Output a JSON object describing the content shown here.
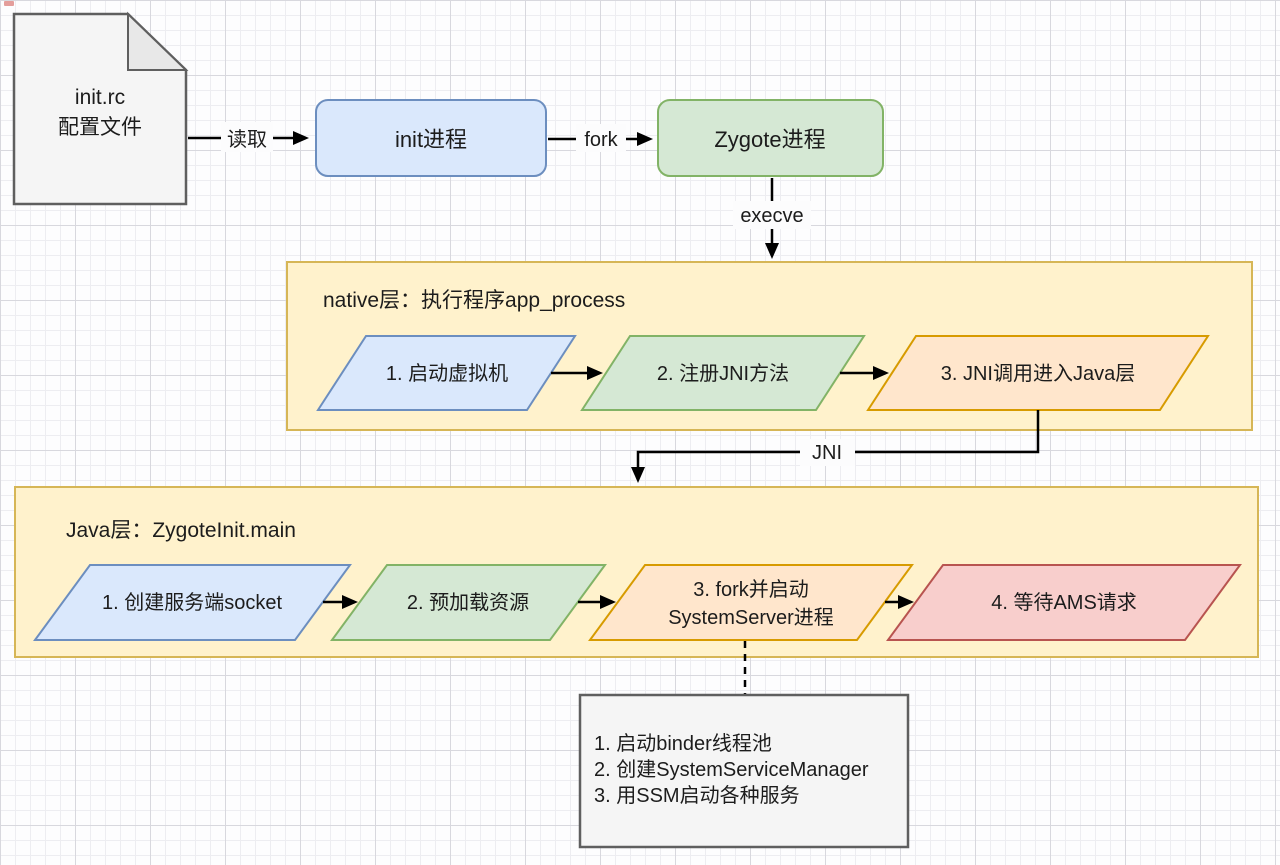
{
  "palette": {
    "node_blue_fill": "#dae8fc",
    "node_blue_stroke": "#6c8ebf",
    "node_green_fill": "#d5e8d4",
    "node_green_stroke": "#82b366",
    "node_orange_fill": "#ffe6cc",
    "node_orange_stroke": "#d79b00",
    "node_red_fill": "#f8cecc",
    "node_red_stroke": "#b85450",
    "container_yellow_fill": "#fff2cc",
    "container_yellow_stroke": "#d6b656",
    "shape_gray_fill": "#f5f5f5",
    "shape_gray_fold": "#e8e8e8",
    "shape_gray_stroke": "#5f5f5f",
    "connector_color": "#000000"
  },
  "nodes": {
    "document": {
      "line1": "init.rc",
      "line2": "配置文件"
    },
    "init_process": {
      "label": "init进程"
    },
    "zygote_process": {
      "label": "Zygote进程"
    },
    "native_layer": {
      "title": "native层：执行程序app_process",
      "step1": "1. 启动虚拟机",
      "step2": "2. 注册JNI方法",
      "step3": "3. JNI调用进入Java层"
    },
    "java_layer": {
      "title": "Java层：ZygoteInit.main",
      "step1": "1. 创建服务端socket",
      "step2": "2. 预加载资源",
      "step3_line1": "3. fork并启动",
      "step3_line2": "SystemServer进程",
      "step4": "4. 等待AMS请求"
    },
    "system_server_tasks": {
      "line1": "1. 启动binder线程池",
      "line2": "2. 创建SystemServiceManager",
      "line3": "3. 用SSM启动各种服务"
    }
  },
  "edges": {
    "read_label": "读取",
    "fork_label": "fork",
    "execve_label": "execve",
    "jni_label": "JNI"
  }
}
